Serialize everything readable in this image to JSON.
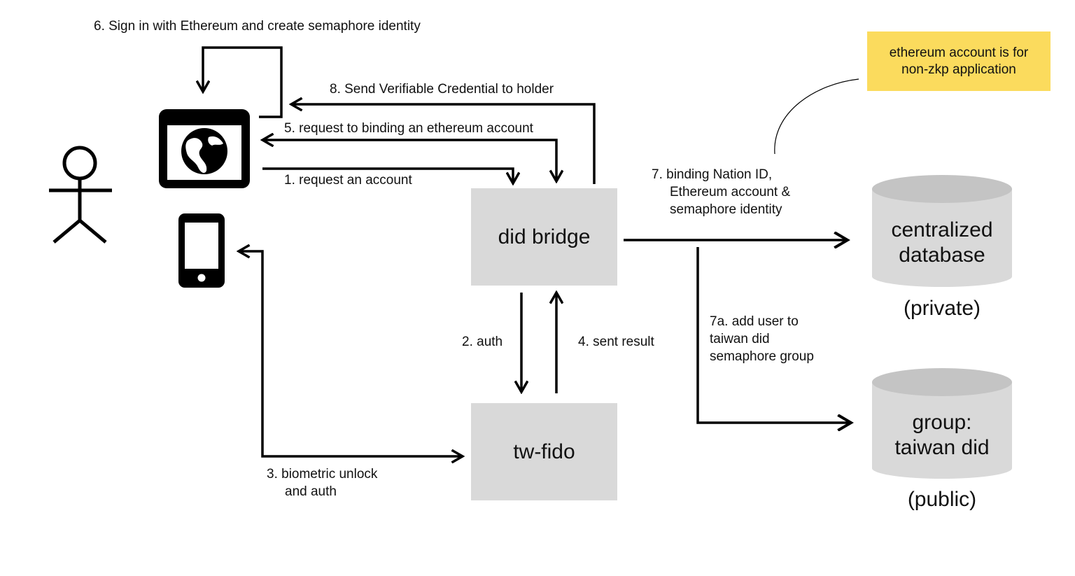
{
  "nodes": {
    "did_bridge": "did bridge",
    "tw_fido": "tw-fido",
    "centralized_db_line1": "centralized",
    "centralized_db_line2": "database",
    "centralized_db_caption": "(private)",
    "group_line1": "group:",
    "group_line2": "taiwan did",
    "group_caption": "(public)"
  },
  "note": {
    "line1": "ethereum account is for",
    "line2": "non-zkp application"
  },
  "steps": {
    "s1": "1. request an account",
    "s2": "2. auth",
    "s3_line1": "3. biometric unlock",
    "s3_line2": "and auth",
    "s4": "4. sent result",
    "s5": "5. request to binding an ethereum account",
    "s6": "6. Sign in with Ethereum and create semaphore identity",
    "s7_line1": "7. binding Nation ID,",
    "s7_line2": "Ethereum account &",
    "s7_line3": "semaphore identity",
    "s7a_line1": "7a. add user to",
    "s7a_line2": "taiwan did",
    "s7a_line3": "semaphore group",
    "s8": "8. Send Verifiable Credential to holder"
  },
  "icons": [
    "user-figure-icon",
    "browser-globe-icon",
    "mobile-phone-icon"
  ],
  "colors": {
    "box": "#d9d9d9",
    "note": "#fbdb5d",
    "line": "#000000"
  }
}
